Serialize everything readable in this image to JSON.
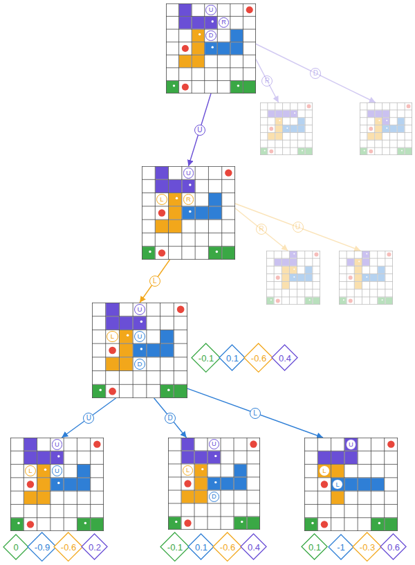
{
  "diagram": {
    "nodes": [
      {
        "text": [
          "U",
          "R",
          "D"
        ]
      },
      {
        "text": []
      },
      {
        "text": []
      },
      {
        "text": [
          "U",
          "L",
          "R"
        ]
      },
      {
        "text": []
      },
      {
        "text": []
      },
      {
        "text": [
          "U",
          "L",
          "U",
          "D"
        ]
      },
      {
        "text": [
          "-0.1"
        ]
      },
      {
        "text": [
          "0.1"
        ]
      },
      {
        "text": [
          "-0.6"
        ]
      },
      {
        "text": [
          "0.4"
        ]
      },
      {
        "text": [
          "U",
          "L",
          "U"
        ]
      },
      {
        "text": [
          "U",
          "L",
          "D"
        ]
      },
      {
        "text": [
          "U",
          "L",
          "L"
        ]
      },
      {
        "text": [
          "0"
        ]
      },
      {
        "text": [
          "-0.9"
        ]
      },
      {
        "text": [
          "-0.6"
        ]
      },
      {
        "text": [
          "0.2"
        ]
      },
      {
        "text": [
          "-0.1"
        ]
      },
      {
        "text": [
          "0.1"
        ]
      },
      {
        "text": [
          "-0.6"
        ]
      },
      {
        "text": [
          "0.4"
        ]
      },
      {
        "text": [
          "0.1"
        ]
      },
      {
        "text": [
          "-1"
        ]
      },
      {
        "text": [
          "-0.3"
        ]
      },
      {
        "text": [
          "0.6"
        ]
      }
    ],
    "edges": [
      {
        "from": 0,
        "to": 3,
        "label": "U",
        "arrow": "to"
      },
      {
        "from": 0,
        "to": 1,
        "label": "R",
        "arrow": "to"
      },
      {
        "from": 0,
        "to": 2,
        "label": "D",
        "arrow": "to"
      },
      {
        "from": 3,
        "to": 6,
        "label": "L",
        "arrow": "to"
      },
      {
        "from": 3,
        "to": 4,
        "label": "R",
        "arrow": "to"
      },
      {
        "from": 3,
        "to": 5,
        "label": "U",
        "arrow": "to"
      },
      {
        "from": 6,
        "to": 11,
        "label": "U",
        "arrow": "to"
      },
      {
        "from": 6,
        "to": 12,
        "label": "D",
        "arrow": "to"
      },
      {
        "from": 6,
        "to": 13,
        "label": "L",
        "arrow": "to"
      }
    ]
  }
}
